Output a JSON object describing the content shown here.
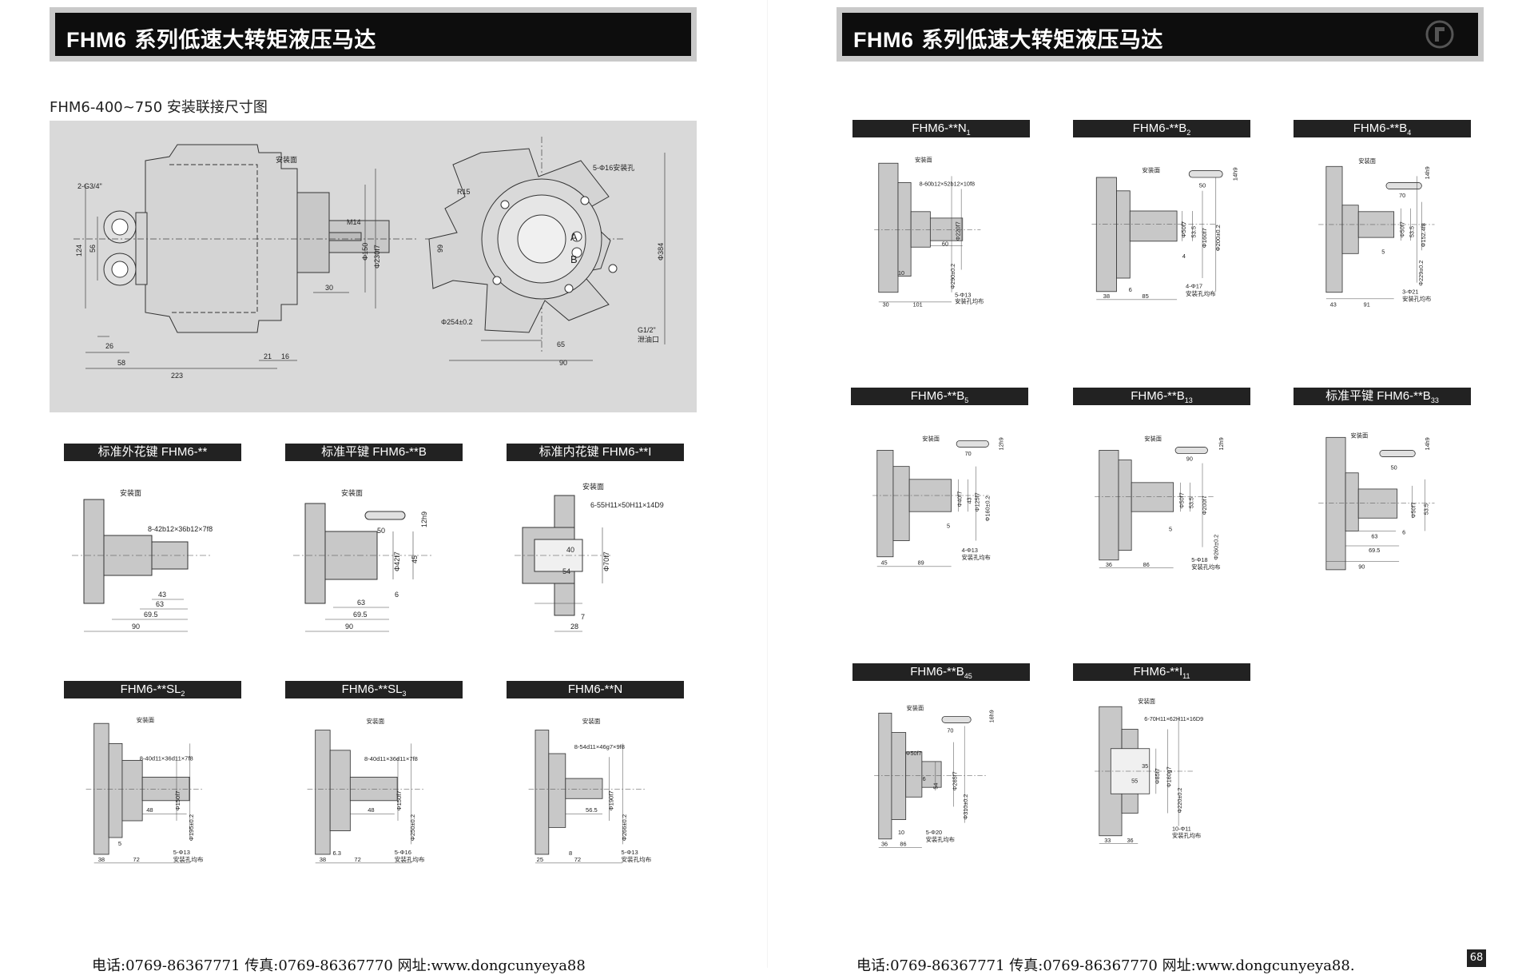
{
  "left_page": {
    "header_model": "FHM6",
    "header_title": "系列低速大转矩液压马达",
    "section_title": "FHM6-400~750 安装联接尺寸图",
    "main_drawing": {
      "labels": {
        "mount_face": "安装面",
        "port_g": "2-G3/4\"",
        "m14": "M14",
        "d150": "Φ150",
        "d230": "Φ230f7",
        "d124": "124",
        "d56": "56",
        "d30": "30",
        "d26": "26",
        "d58": "58",
        "d21": "21",
        "d16": "16",
        "d223": "223",
        "r15": "R15",
        "holes": "5-Φ16安装孔",
        "a": "A",
        "b": "B",
        "d99": "99",
        "d384": "Φ384",
        "d254": "Φ254±0.2",
        "g12": "G1/2\"",
        "drain": "泄油口",
        "d65": "65",
        "d90": "90"
      }
    },
    "variants": [
      {
        "label": "标准外花键 FHM6-**",
        "spec": "8-42b12×36b12×7f8",
        "mount": "安装面",
        "dims": [
          "43",
          "63",
          "69.5",
          "90"
        ]
      },
      {
        "label": "标准平键 FHM6-**B",
        "spec": "12h9",
        "mount": "安装面",
        "dims": [
          "50",
          "Φ42f7",
          "45",
          "6",
          "63",
          "69.5",
          "90"
        ]
      },
      {
        "label": "标准内花键 FHM6-**I",
        "spec": "6-55H11×50H11×14D9",
        "mount": "安装面",
        "dims": [
          "40",
          "Φ70f7",
          "54",
          "7",
          "28"
        ]
      },
      {
        "label_main": "FHM6-**SL",
        "label_sub": "2",
        "spec": "8-40d11×36d11×7f8",
        "mount": "安装面",
        "dims": [
          "48",
          "Φ150f7",
          "Φ195±0.2",
          "5",
          "5-Φ13",
          "安装孔均布",
          "38",
          "72"
        ]
      },
      {
        "label_main": "FHM6-**SL",
        "label_sub": "3",
        "spec": "8-40d11×36d11×7f8",
        "mount": "安装面",
        "dims": [
          "48",
          "Φ150f7",
          "Φ250±0.2",
          "6.3",
          "5-Φ16",
          "安装孔均布",
          "38",
          "72"
        ]
      },
      {
        "label": "FHM6-**N",
        "spec": "8-54d11×46g7×9f8",
        "mount": "安装面",
        "dims": [
          "56.5",
          "Φ190f7",
          "Φ266±0.2",
          "8",
          "5-Φ13",
          "安装孔均布",
          "25",
          "72"
        ]
      }
    ],
    "footer": "电话:0769-86367771 传真:0769-86367770 网址:www.dongcunyeya88"
  },
  "right_page": {
    "header_model": "FHM6",
    "header_title": "系列低速大转矩液压马达",
    "variants": [
      {
        "label_main": "FHM6-**N",
        "label_sub": "1",
        "spec": "8-60b12×52b12×10f8",
        "mount": "安装面",
        "dims": [
          "60",
          "Φ220f7",
          "10",
          "Φ290±0.2",
          "5-Φ13",
          "安装孔均布",
          "30",
          "101"
        ]
      },
      {
        "label_main": "FHM6-**B",
        "label_sub": "2",
        "spec": "14h9",
        "mount": "安装面",
        "dims": [
          "50",
          "Φ50f7",
          "53.5",
          "Φ160f7",
          "Φ200±0.2",
          "4",
          "6",
          "4-Φ17",
          "安装孔均布",
          "38",
          "85"
        ]
      },
      {
        "label_main": "FHM6-**B",
        "label_sub": "4",
        "spec": "14h9",
        "mount": "安装面",
        "dims": [
          "70",
          "Φ50f7",
          "53.5",
          "Φ152.4f8",
          "5",
          "Φ229±0.2",
          "3-Φ21",
          "安装孔均布",
          "43",
          "91"
        ]
      },
      {
        "label_main": "FHM6-**B",
        "label_sub": "5",
        "spec": "12h9",
        "mount": "安装面",
        "dims": [
          "70",
          "Φ40f7",
          "43",
          "Φ125f7",
          "Φ160±0.2",
          "5",
          "4-Φ13",
          "安装孔均布",
          "45",
          "89"
        ]
      },
      {
        "label_main": "FHM6-**B",
        "label_sub": "13",
        "spec": "12h9",
        "mount": "安装面",
        "dims": [
          "90",
          "Φ50f7",
          "53.5",
          "Φ200f7",
          "5",
          "Φ260±0.2",
          "5-Φ18",
          "安装孔均布",
          "36",
          "86"
        ]
      },
      {
        "label_main": "标准平键 FHM6-**B",
        "label_sub": "33",
        "spec": "14h9",
        "mount": "安装面",
        "dims": [
          "50",
          "Φ50f7",
          "53.5",
          "6",
          "63",
          "69.5",
          "90"
        ]
      },
      {
        "label_main": "FHM6-**B",
        "label_sub": "45",
        "spec": "16h9",
        "mount": "安装面",
        "dims": [
          "70",
          "Φ50f7",
          "54",
          "Φ265f7",
          "6",
          "Φ310±0.2",
          "10",
          "5-Φ20",
          "安装孔均布",
          "36",
          "86"
        ]
      },
      {
        "label_main": "FHM6-**I",
        "label_sub": "11",
        "spec": "6-70H11×62H11×16D9",
        "mount": "安装面",
        "dims": [
          "35",
          "55",
          "Φ85f7",
          "Φ160g7",
          "Φ220±0.2",
          "10-Φ11",
          "安装孔均布",
          "33",
          "36"
        ]
      }
    ],
    "footer": "电话:0769-86367771 传真:0769-86367770 网址:www.dongcunyeya88.",
    "page_number": "68"
  },
  "colors": {
    "header_bar": "#0d0d0d",
    "header_frame": "#c9c9c9",
    "label_bar": "#222222",
    "drawing_bg": "#d9d9d9",
    "part_fill": "#c8c8c8"
  }
}
